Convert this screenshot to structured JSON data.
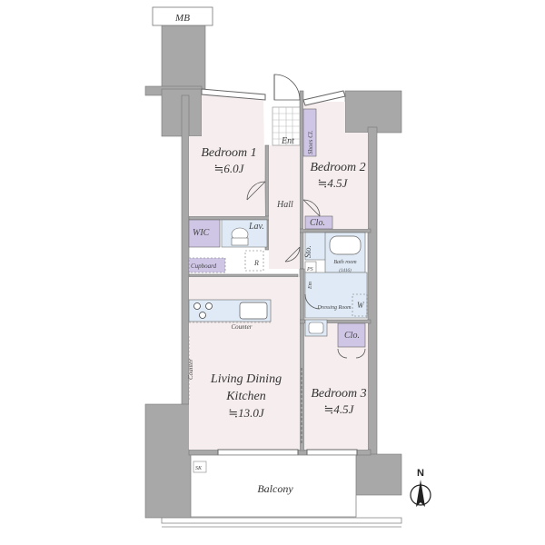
{
  "labels": {
    "mb": "MB",
    "ent": "Ent",
    "shoes_cl": "Shoes Cl.",
    "bedroom1": "Bedroom 1",
    "bedroom1_area": "≒6.0J",
    "bedroom2": "Bedroom 2",
    "bedroom2_area": "≒4.5J",
    "hall": "Hall",
    "cl_hall": "Clo.",
    "wic": "WIC",
    "lav": "Lav.",
    "sto": "Sto.",
    "r": "R",
    "cupboard": "Cupboard",
    "ps": "PS",
    "bathroom": "Bath room",
    "bath_size": "(1416)",
    "em": "Em",
    "dressing": "Dressing Room",
    "w": "W",
    "counter1": "Counter",
    "counter2": "Counter",
    "cl_bed3": "Clo.",
    "ldk_line1": "Living Dining",
    "ldk_line2": "Kitchen",
    "ldk_area": "≒13.0J",
    "bedroom3": "Bedroom 3",
    "bedroom3_area": "≒4.5J",
    "sk": "SK",
    "balcony": "Balcony",
    "north": "N"
  },
  "colors": {
    "wall": "#a8a8a8",
    "room_fill": "#f5edee",
    "fixture_blue": "#dfeaf6",
    "storage_purple": "#cfc6e6",
    "line": "#555555"
  }
}
